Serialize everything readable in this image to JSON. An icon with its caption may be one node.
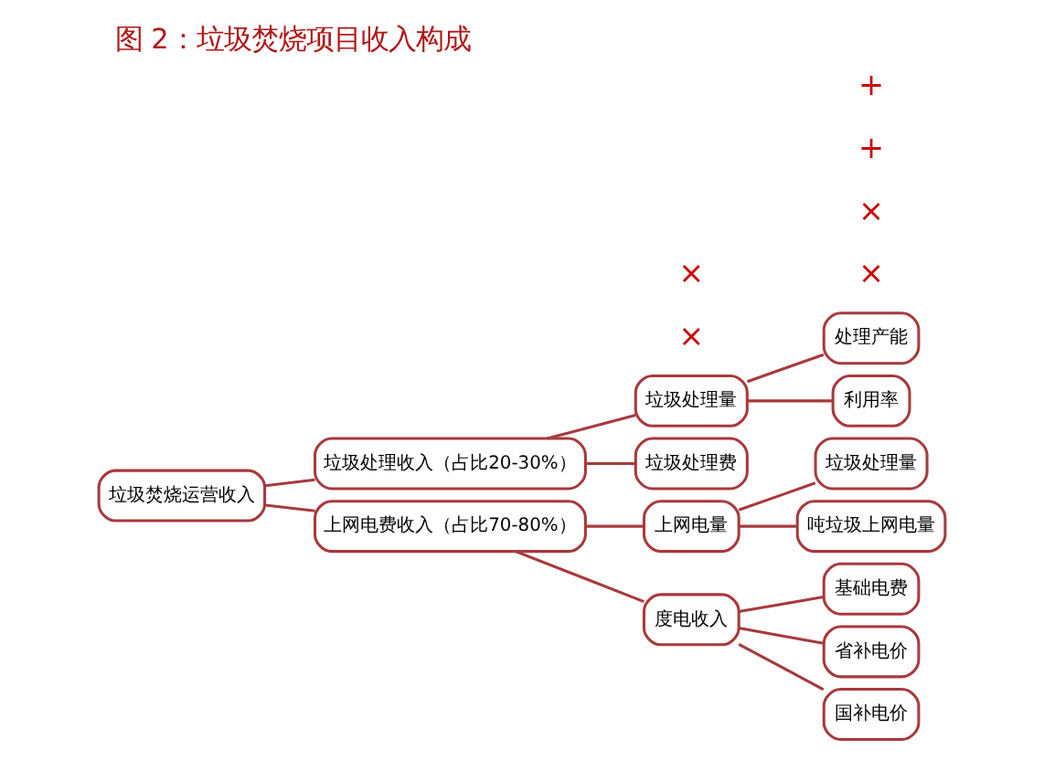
{
  "diagram": {
    "title": "图 2：垃圾焚烧项目收入构成",
    "nodes": [
      {
        "text": [
          "垃圾焚烧运营收入"
        ]
      },
      {
        "text": [
          "垃圾处理收入（占比20-30%）"
        ]
      },
      {
        "text": [
          "上网电费收入（占比70-80%）"
        ]
      },
      {
        "text": [
          "垃圾处理量"
        ]
      },
      {
        "text": [
          "垃圾处理费"
        ]
      },
      {
        "text": [
          "处理产能"
        ]
      },
      {
        "text": [
          "利用率"
        ]
      },
      {
        "text": [
          "上网电量"
        ]
      },
      {
        "text": [
          "度电收入"
        ]
      },
      {
        "text": [
          "垃圾处理量"
        ]
      },
      {
        "text": [
          "吨垃圾上网电量"
        ]
      },
      {
        "text": [
          "基础电费"
        ]
      },
      {
        "text": [
          "省补电价"
        ]
      },
      {
        "text": [
          "国补电价"
        ]
      }
    ],
    "edges": [
      {
        "from": 0,
        "to": 1,
        "arrow": "none"
      },
      {
        "from": 0,
        "to": 2,
        "arrow": "none"
      },
      {
        "from": 1,
        "to": 3,
        "arrow": "none"
      },
      {
        "from": 1,
        "to": 4,
        "arrow": "none"
      },
      {
        "from": 3,
        "to": 5,
        "arrow": "none"
      },
      {
        "from": 3,
        "to": 6,
        "arrow": "none"
      },
      {
        "from": 2,
        "to": 7,
        "arrow": "none"
      },
      {
        "from": 2,
        "to": 8,
        "arrow": "none"
      },
      {
        "from": 7,
        "to": 9,
        "arrow": "none"
      },
      {
        "from": 7,
        "to": 10,
        "arrow": "none"
      },
      {
        "from": 8,
        "to": 11,
        "arrow": "none"
      },
      {
        "from": 8,
        "to": 12,
        "arrow": "none"
      },
      {
        "from": 8,
        "to": 13,
        "arrow": "none"
      }
    ],
    "labels": [
      "×",
      "×",
      "×",
      "×",
      "+",
      "+"
    ]
  }
}
